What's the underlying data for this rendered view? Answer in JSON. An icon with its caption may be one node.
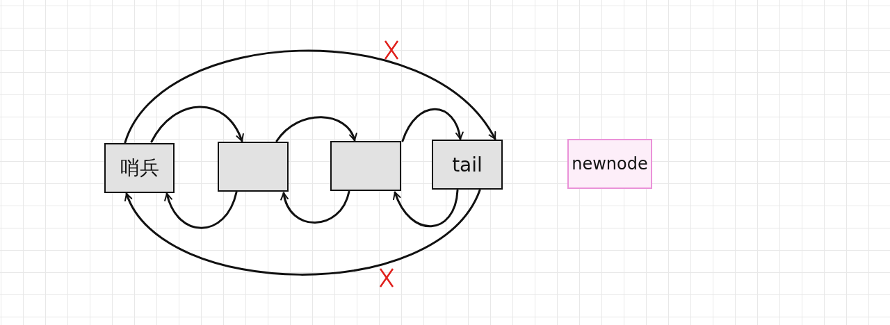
{
  "diagram": {
    "nodes": [
      {
        "text": [
          "哨兵"
        ]
      },
      {
        "text": [],
        "shape": "box"
      },
      {
        "text": [],
        "shape": "box"
      },
      {
        "text": [
          "tail"
        ]
      },
      {
        "text": [
          "newnode"
        ]
      }
    ],
    "edges": [
      {
        "from": 0,
        "to": 1,
        "arrow": "to"
      },
      {
        "from": 1,
        "to": 2,
        "arrow": "to"
      },
      {
        "from": 2,
        "to": 3,
        "arrow": "to"
      },
      {
        "from": 0,
        "to": 3,
        "arrow": "to"
      },
      {
        "from": 1,
        "to": 0,
        "arrow": "to"
      },
      {
        "from": 2,
        "to": 1,
        "arrow": "to"
      },
      {
        "from": 3,
        "to": 2,
        "arrow": "to"
      },
      {
        "from": 3,
        "to": 0,
        "arrow": "to"
      }
    ]
  }
}
